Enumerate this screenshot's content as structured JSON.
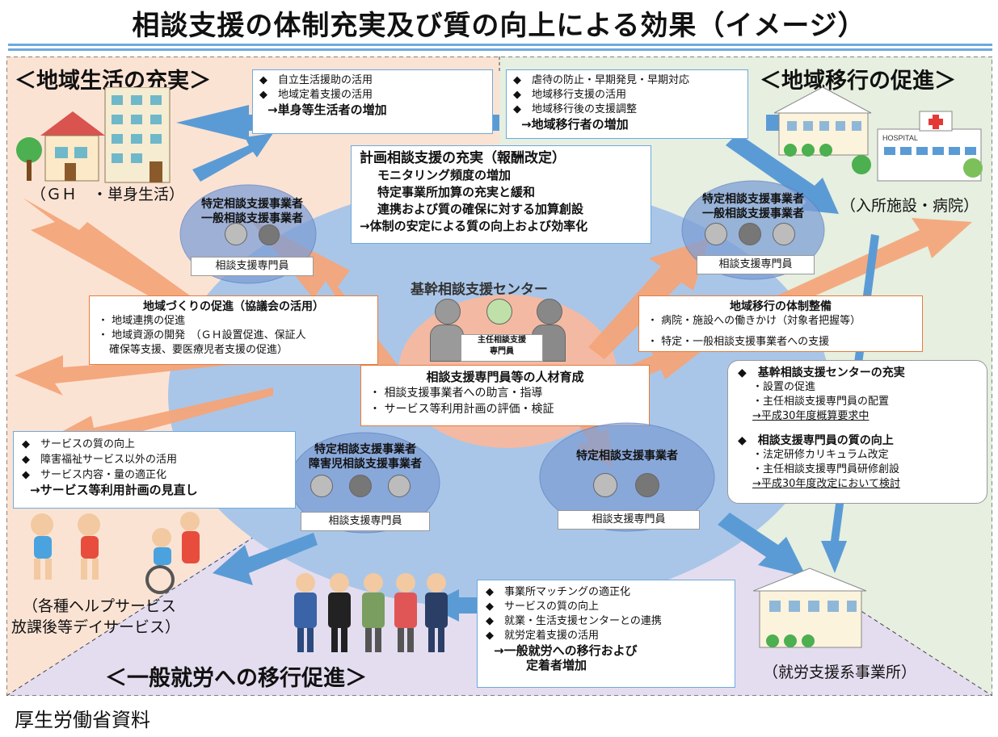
{
  "title": "相談支援の体制充実及び質の向上による効果（イメージ）",
  "source": "厚生労働省資料",
  "colors": {
    "accent_blue": "#6ea9dc",
    "arrow_blue": "#5b9bd5",
    "arrow_orange": "#f4a57a",
    "box_border": "#e67c3d"
  },
  "sections": {
    "community_life": "＜地域生活の充実＞",
    "community_transition": "＜地域移行の促進＞",
    "employment": "＜一般就労への移行促進＞"
  },
  "captions": {
    "gh": "（ＧＨ　・単身生活）",
    "facility": "（入所施設・病院）",
    "help": "（各種ヘルプサービス",
    "after_school": "放課後等デイサービス）",
    "employment_office": "（就労支援系事業所）"
  },
  "box_top_left": {
    "items": [
      "自立生活援助の活用",
      "地域定着支援の活用"
    ],
    "result": "→単身等生活者の増加"
  },
  "box_top_right": {
    "items": [
      "虐待の防止・早期発見・早期対応",
      "地域移行支援の活用",
      "地域移行後の支援調整"
    ],
    "result": "→地域移行者の増加"
  },
  "box_plan": {
    "heading": "計画相談支援の充実（報酬改定）",
    "lines": [
      "モニタリング頻度の増加",
      "特定事業所加算の充実と緩和",
      "連携および質の確保に対する加算創設"
    ],
    "result": "→体制の安定による質の向上および効率化"
  },
  "box_community": {
    "heading": "地域づくりの促進（協議会の活用）",
    "items": [
      "地域連携の促進",
      "地域資源の開発　（ＧＨ設置促進、保証人",
      "確保等支援、要医療児者支援の促進）"
    ]
  },
  "box_transition": {
    "heading": "地域移行の体制整備",
    "items": [
      "病院・施設への働きかけ（対象者把握等）",
      "特定・一般相談支援事業者への支援"
    ]
  },
  "box_hr": {
    "heading": "相談支援専門員等の人材育成",
    "items": [
      "相談支援事業者への助言・指導",
      "サービス等利用計画の評価・検証"
    ]
  },
  "box_service": {
    "items": [
      "サービスの質の向上",
      "障害福祉サービス以外の活用",
      "サービス内容・量の適正化"
    ],
    "result": "→サービス等利用計画の見直し"
  },
  "box_center": {
    "heading1": "基幹相談支援センターの充実",
    "items1": [
      "設置の促進",
      "主任相談支援専門員の配置"
    ],
    "result1": "→平成30年度概算要求中",
    "heading2": "相談支援専門員の質の向上",
    "items2": [
      "法定研修カリキュラム改定",
      "主任相談支援専門員研修創設"
    ],
    "result2": "→平成30年度改定において検討"
  },
  "box_employment": {
    "items": [
      "事業所マッチングの適正化",
      "サービスの質の向上",
      "就業・生活支援センターとの連携",
      "就労定着支援の活用"
    ],
    "result1": "→一般就労への移行および",
    "result2": "定着者増加"
  },
  "ellipses": {
    "top_left": [
      "特定相談支援事業者",
      "一般相談支援事業者"
    ],
    "top_right": [
      "特定相談支援事業者",
      "一般相談支援事業者"
    ],
    "bottom_left": [
      "特定相談支援事業者",
      "障害児相談支援事業者"
    ],
    "bottom_right": [
      "特定相談支援事業者"
    ],
    "staff_label": "相談支援専門員",
    "center_title": "基幹相談支援センター",
    "center_badge": [
      "主任相談支援",
      "専門員"
    ]
  }
}
